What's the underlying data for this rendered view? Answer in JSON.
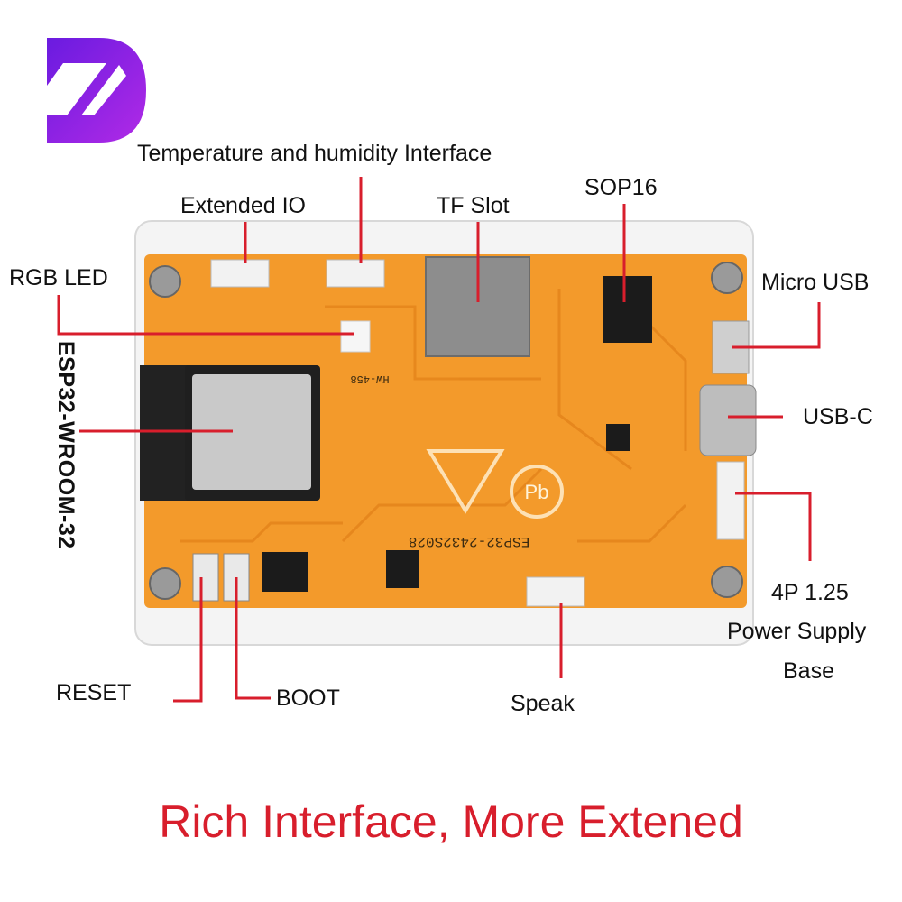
{
  "brand": {
    "logo_letter": "D",
    "logo_colors": [
      "#6a1be0",
      "#b12ae6"
    ]
  },
  "labels": {
    "temp_humidity": "Temperature and humidity Interface",
    "extended_io": "Extended IO",
    "tf_slot": "TF Slot",
    "sop16": "SOP16",
    "rgb_led": "RGB LED",
    "micro_usb": "Micro USB",
    "esp32": "ESP32-WROOM-32",
    "usb_c": "USB-C",
    "power_line1": "4P 1.25",
    "power_line2": "Power Supply",
    "power_line3": "Base",
    "reset": "RESET",
    "boot": "BOOT",
    "speak": "Speak"
  },
  "board": {
    "model_text": "ESP32-2432S028",
    "module_text": "HW-458",
    "pb_mark": "Pb"
  },
  "tagline": "Rich Interface, More Extened",
  "colors": {
    "pcb": "#f39a2b",
    "leader": "#d81e2c",
    "tagline": "#d81e2c"
  }
}
